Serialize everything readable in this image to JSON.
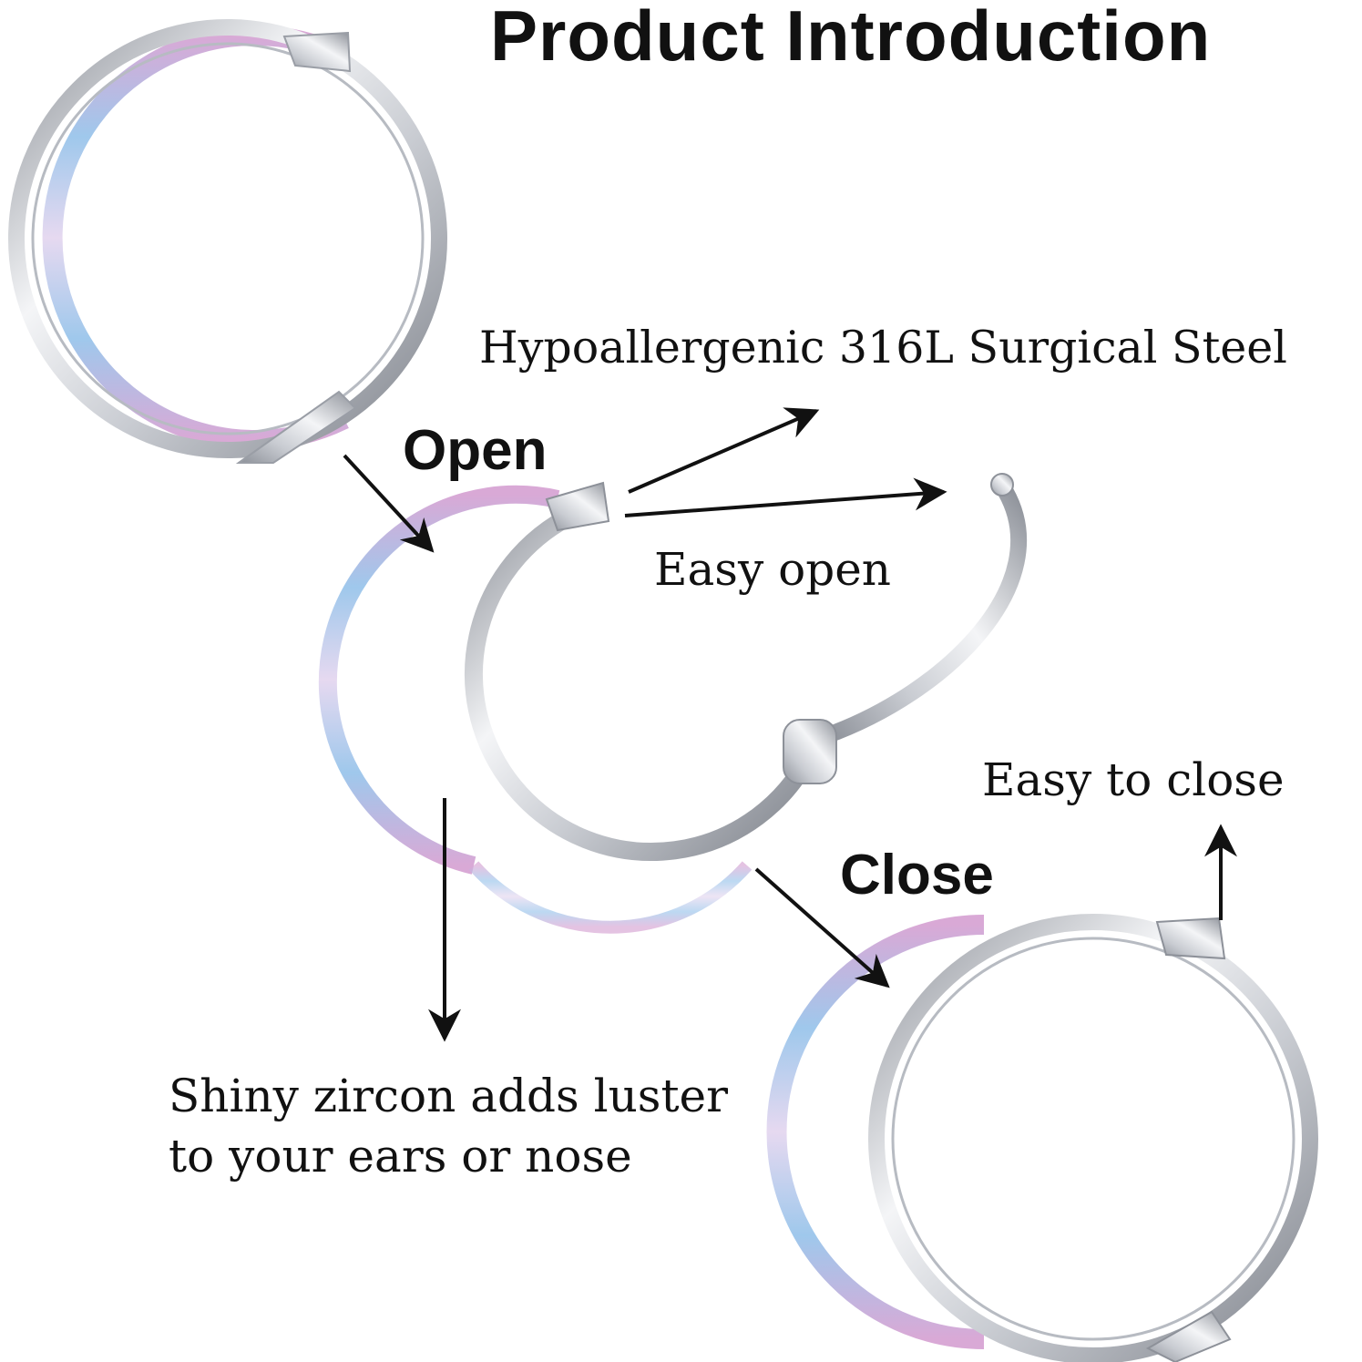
{
  "page": {
    "title": "Product Introduction"
  },
  "steps": {
    "open": "Open",
    "close": "Close"
  },
  "features": {
    "material": "Hypoallergenic 316L Surgical Steel",
    "easy_open": "Easy open",
    "easy_close": "Easy to close",
    "zircon_line1": "Shiny zircon adds luster",
    "zircon_line2": "to your ears or nose"
  },
  "colors": {
    "background": "#ffffff",
    "text": "#111111",
    "metal_light": "#f4f5f7",
    "metal_mid": "#c9ccd2",
    "metal_dark": "#8d9199",
    "zircon_blue": "#9fc8ec",
    "zircon_pink": "#d9a9d6"
  }
}
